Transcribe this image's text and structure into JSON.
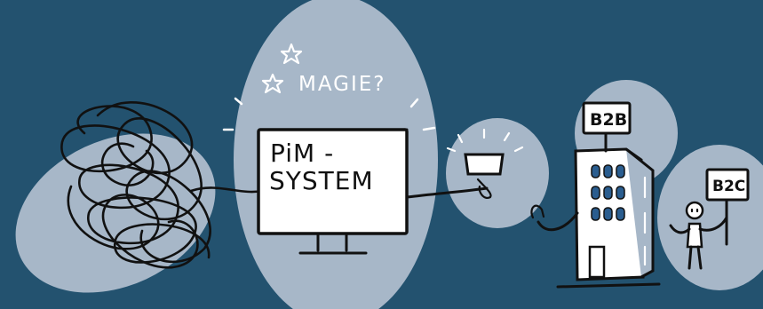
{
  "colors": {
    "background": "#23526f",
    "blob": "#a7b7c8",
    "ink": "#111111",
    "paper": "#ffffff",
    "window": "#2a5d8f"
  },
  "labels": {
    "magic": "MAGIE?",
    "pim_line1": "PiM -",
    "pim_line2": "SYSTEM",
    "b2b": "B2B",
    "b2c": "B2C"
  },
  "icons": [
    "tangle-icon",
    "monitor-icon",
    "sparkle-icon",
    "package-icon",
    "building-icon",
    "person-icon"
  ]
}
